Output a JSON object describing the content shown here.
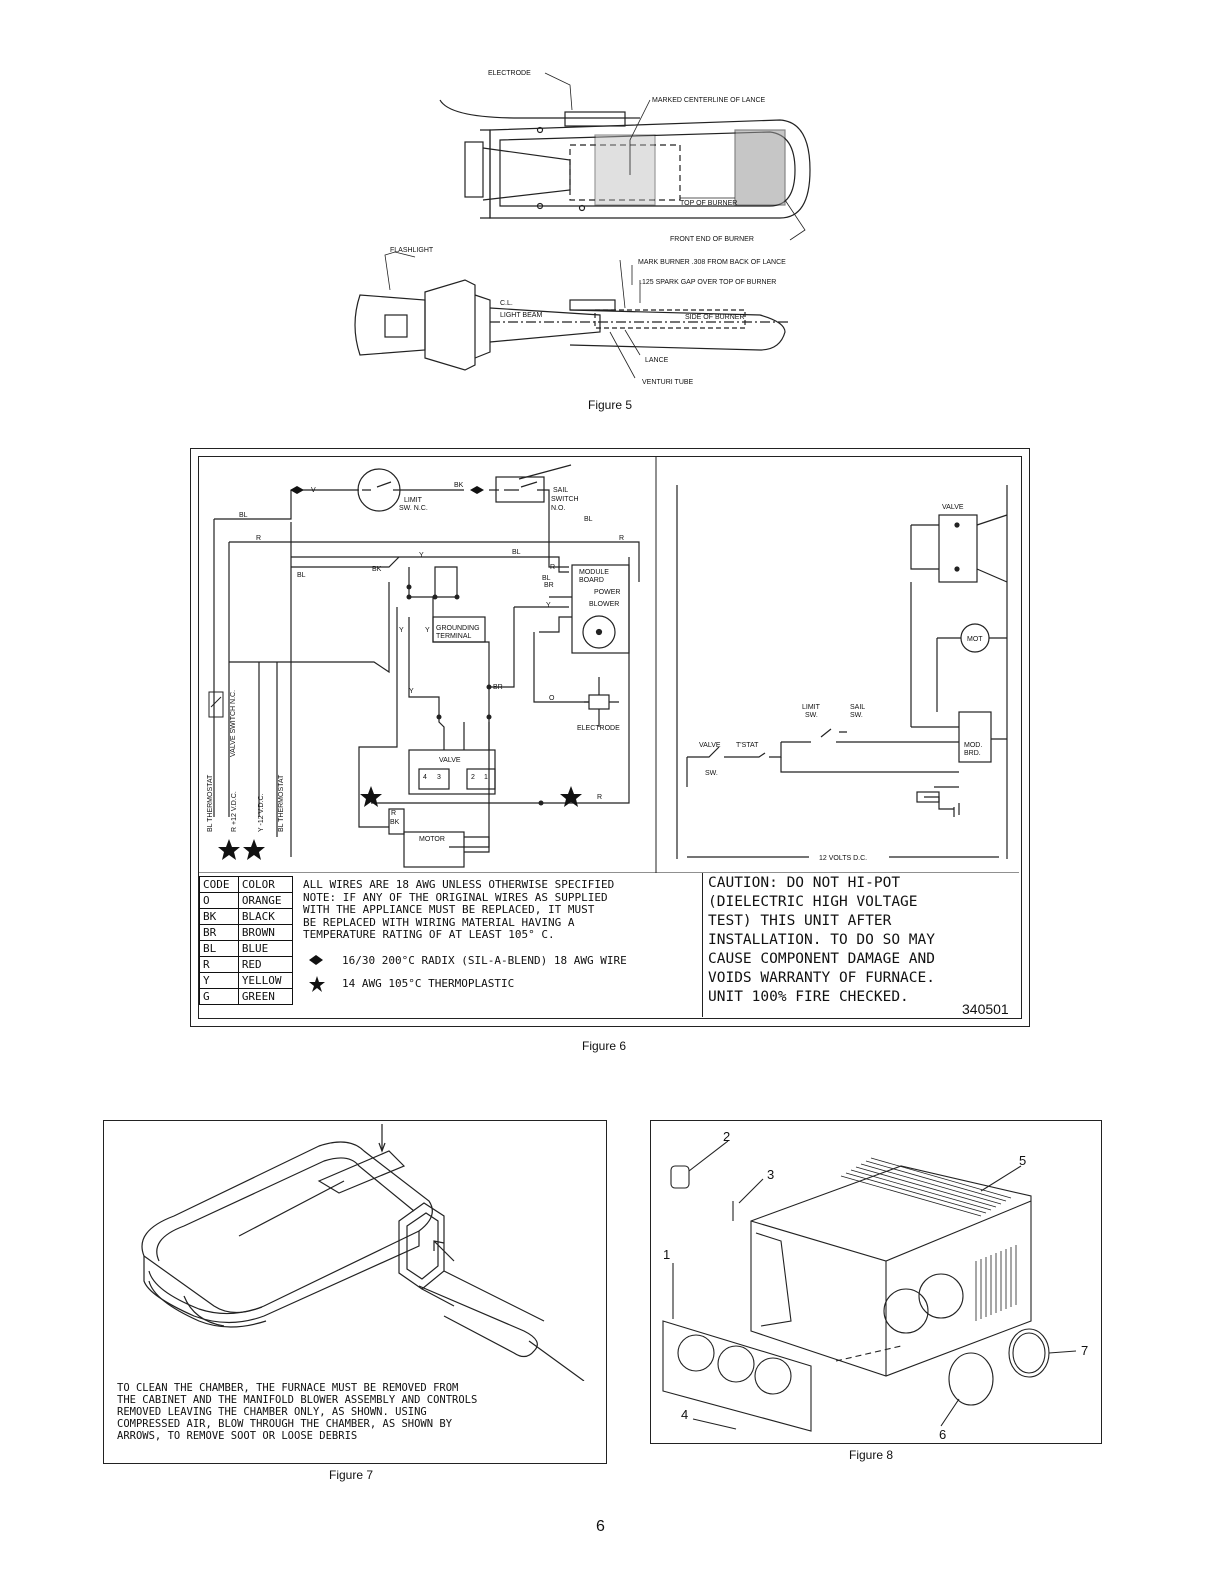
{
  "figure5": {
    "caption": "Figure 5",
    "labels": {
      "electrode": "ELECTRODE",
      "marked_centerline": "MARKED CENTERLINE OF LANCE",
      "top_of_burner": "TOP OF BURNER",
      "front_end": "FRONT END OF BURNER",
      "flashlight": "FLASHLIGHT",
      "mark_burner": "MARK BURNER .308 FROM BACK OF LANCE",
      "spark_gap": ".125 SPARK GAP OVER TOP OF BURNER",
      "cl": "C.L.",
      "light_beam": "LIGHT BEAM",
      "side_of_burner": "SIDE OF BURNER",
      "lance": "LANCE",
      "venturi": "VENTURI TUBE"
    }
  },
  "figure6": {
    "caption": "Figure 6",
    "wiring": {
      "v": "V",
      "bk": "BK",
      "limit_sw": "LIMIT",
      "limit_sw2": "SW. N.C.",
      "sail_switch": "SAIL",
      "sail_switch2": "SWITCH",
      "sail_switch3": "N.O.",
      "bl": "BL",
      "r": "R",
      "y": "Y",
      "br": "BR",
      "o": "O",
      "module_board": "MODULE",
      "module_board2": "BOARD",
      "power": "POWER",
      "blower": "BLOWER",
      "grounding": "GROUNDING",
      "terminal": "TERMINAL",
      "electrode": "ELECTRODE",
      "valve": "VALVE",
      "motor": "MOTOR",
      "v1": "BL THERMOSTAT",
      "v2": "VALVE SWITCH N.C.",
      "v3": "R +12 V.D.C.",
      "v4": "Y -12 V.D.C.",
      "v5": "BL THERMOSTAT",
      "t4": "4",
      "t3": "3",
      "t2": "2",
      "t1": "1"
    },
    "ladder": {
      "valve": "VALVE",
      "mot": "MOT",
      "limit": "LIMIT",
      "limit2": "SW.",
      "sail": "SAIL",
      "sail2": "SW.",
      "mod": "MOD.",
      "brd": "BRD.",
      "valve_sw": "VALVE",
      "valve_sw2": "SW.",
      "tstat": "T'STAT",
      "volts": "12 VOLTS D.C."
    },
    "legend_headers": [
      "CODE",
      "COLOR"
    ],
    "legend": [
      {
        "code": "O",
        "color": "ORANGE"
      },
      {
        "code": "BK",
        "color": "BLACK"
      },
      {
        "code": "BR",
        "color": "BROWN"
      },
      {
        "code": "BL",
        "color": "BLUE"
      },
      {
        "code": "R",
        "color": "RED"
      },
      {
        "code": "Y",
        "color": "YELLOW"
      },
      {
        "code": "G",
        "color": "GREEN"
      }
    ],
    "notes": "ALL WIRES ARE 18 AWG UNLESS OTHERWISE SPECIFIED\nNOTE: IF ANY OF THE ORIGINAL WIRES AS SUPPLIED\nWITH THE APPLIANCE MUST BE REPLACED, IT MUST\nBE REPLACED WITH WIRING MATERIAL HAVING A\nTEMPERATURE RATING OF AT LEAST 105° C.",
    "diamond_note": "16/30 200°C RADIX (SIL-A-BLEND) 18 AWG WIRE",
    "star_note": "14 AWG 105°C THERMOPLASTIC",
    "caution": "CAUTION: DO NOT HI-POT\n(DIELECTRIC HIGH VOLTAGE\nTEST) THIS UNIT AFTER\nINSTALLATION. TO DO SO MAY\nCAUSE COMPONENT DAMAGE AND\nVOIDS WARRANTY OF FURNACE.\nUNIT 100% FIRE CHECKED.",
    "part_number": "340501"
  },
  "figure7": {
    "caption": "Figure 7",
    "text": "TO CLEAN THE CHAMBER, THE FURNACE MUST BE REMOVED FROM\nTHE CABINET AND THE MANIFOLD BLOWER ASSEMBLY AND CONTROLS\nREMOVED LEAVING THE CHAMBER ONLY, AS SHOWN. USING\nCOMPRESSED AIR, BLOW THROUGH THE CHAMBER, AS SHOWN BY\nARROWS, TO REMOVE SOOT OR LOOSE DEBRIS"
  },
  "figure8": {
    "caption": "Figure 8",
    "callouts": [
      "1",
      "2",
      "3",
      "4",
      "5",
      "6",
      "7"
    ]
  },
  "page_number": "6"
}
